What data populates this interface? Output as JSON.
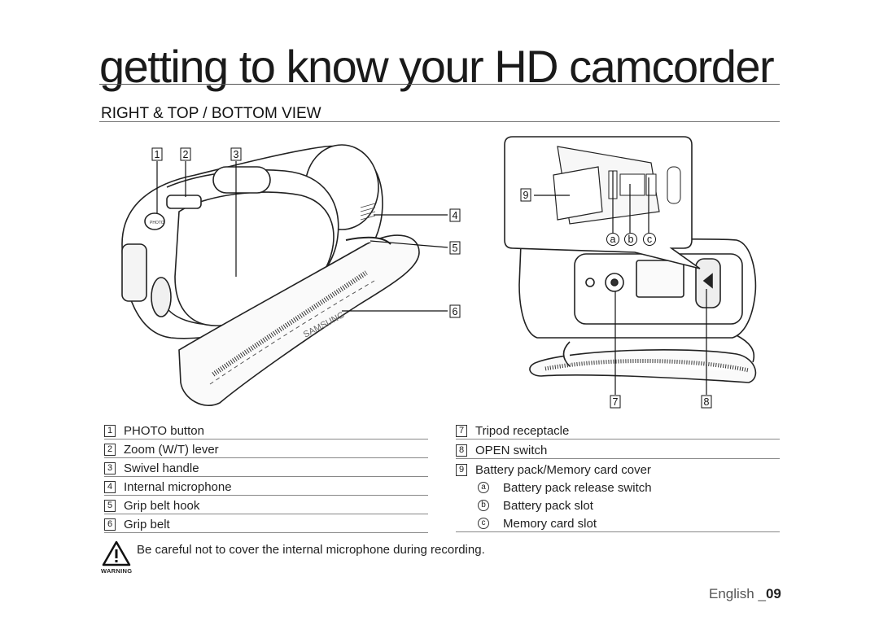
{
  "header": {
    "title": "getting to know your HD camcorder",
    "section": "RIGHT & TOP / BOTTOM VIEW"
  },
  "figure": {
    "callouts": [
      "1",
      "2",
      "3",
      "4",
      "5",
      "6",
      "7",
      "8",
      "9"
    ],
    "sub_callouts": [
      "a",
      "b",
      "c"
    ],
    "camera_brand_text": "SAMSUNG",
    "button_text": "PHOTO"
  },
  "legend_left": [
    {
      "num": "1",
      "label": "PHOTO button"
    },
    {
      "num": "2",
      "label": "Zoom (W/T) lever"
    },
    {
      "num": "3",
      "label": "Swivel handle"
    },
    {
      "num": "4",
      "label": "Internal microphone"
    },
    {
      "num": "5",
      "label": "Grip belt hook"
    },
    {
      "num": "6",
      "label": "Grip belt"
    }
  ],
  "legend_right": [
    {
      "num": "7",
      "label": "Tripod receptacle"
    },
    {
      "num": "8",
      "label": "OPEN switch"
    },
    {
      "num": "9",
      "label": "Battery pack/Memory card cover"
    }
  ],
  "legend_right_sub": [
    {
      "letter": "a",
      "label": "Battery pack release switch"
    },
    {
      "letter": "b",
      "label": "Battery pack slot"
    },
    {
      "letter": "c",
      "label": "Memory card slot"
    }
  ],
  "warning": {
    "label": "WARNING",
    "text": "Be careful not to cover the internal microphone during recording."
  },
  "footer": {
    "language": "English _",
    "page": "09"
  }
}
